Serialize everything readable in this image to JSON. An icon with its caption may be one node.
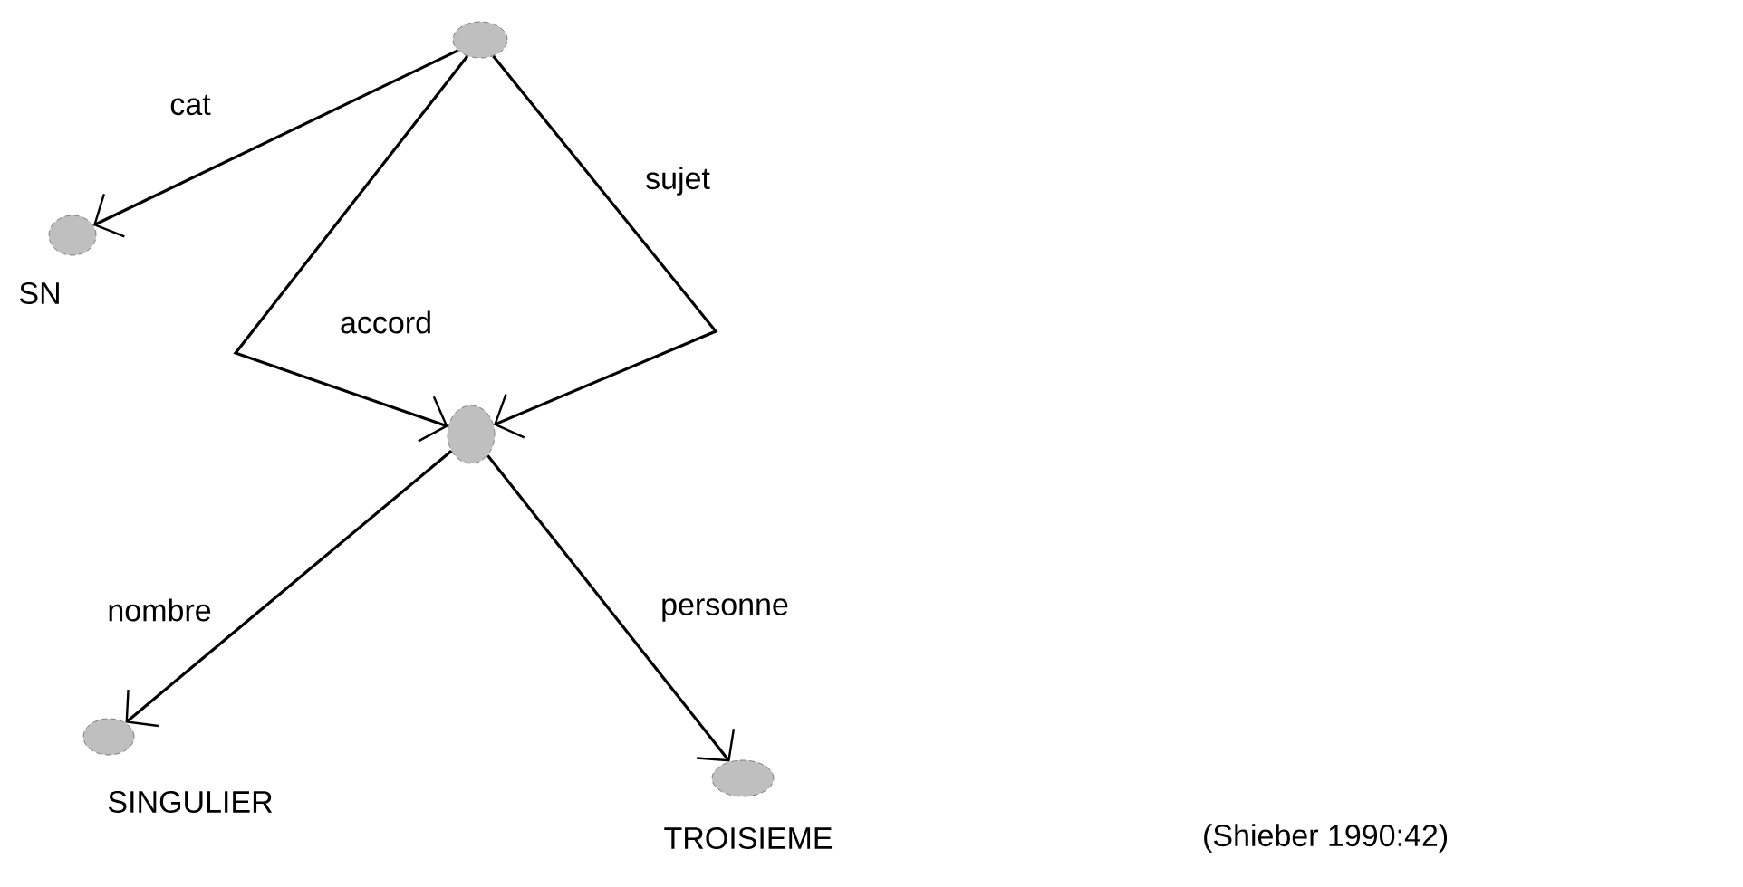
{
  "diagram": {
    "nodes": [
      {
        "text": [],
        "shape": "ellipse"
      },
      {
        "text": [],
        "shape": "ellipse",
        "beside": [
          "SN"
        ]
      },
      {
        "text": [],
        "shape": "ellipse"
      },
      {
        "text": [],
        "shape": "ellipse",
        "beside": [
          "SINGULIER"
        ]
      },
      {
        "text": [],
        "shape": "ellipse",
        "beside": [
          "TROISIEME"
        ]
      }
    ],
    "edges": [
      {
        "from": 0,
        "to": 1,
        "arrow": "to",
        "label": "cat"
      },
      {
        "from": 0,
        "to": 2,
        "arrow": "to",
        "label": "accord"
      },
      {
        "from": 0,
        "to": 2,
        "arrow": "to",
        "label": "sujet"
      },
      {
        "from": 2,
        "to": 3,
        "arrow": "to",
        "label": "nombre"
      },
      {
        "from": 2,
        "to": 4,
        "arrow": "to",
        "label": "personne"
      }
    ],
    "labels": [
      "(Shieber 1990:42)"
    ]
  }
}
